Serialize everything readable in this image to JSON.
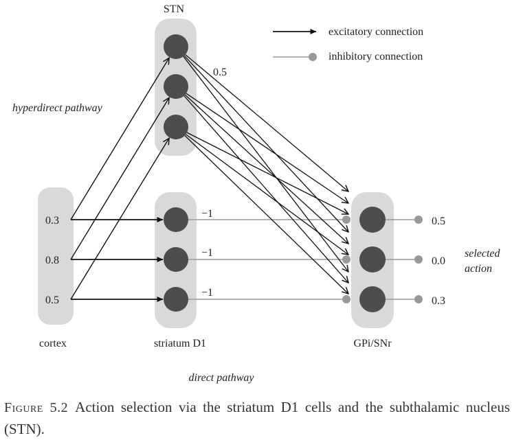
{
  "legend": {
    "excitatory": "excitatory connection",
    "inhibitory": "inhibitory connection"
  },
  "groups": {
    "stn": "STN",
    "cortex": "cortex",
    "striatum": "striatum D1",
    "gpi": "GPi/SNr"
  },
  "pathways": {
    "hyperdirect": "hyperdirect pathway",
    "direct": "direct pathway"
  },
  "cortex_values": [
    "0.3",
    "0.8",
    "0.5"
  ],
  "stn_weight_label": "0.5",
  "striatum_weight_labels": [
    "−1",
    "−1",
    "−1"
  ],
  "output_values": [
    "0.5",
    "0.0",
    "0.3"
  ],
  "selected_action": {
    "line1": "selected",
    "line2": "action"
  },
  "caption": {
    "label": "Figure 5.2",
    "text": "Action selection via the striatum D1 cells and the subthalamic nucleus (STN)."
  },
  "colors": {
    "group_bg": "#d9d9d9",
    "node": "#4d4d4d",
    "inhibitory": "#999999",
    "excitatory": "#111111"
  }
}
